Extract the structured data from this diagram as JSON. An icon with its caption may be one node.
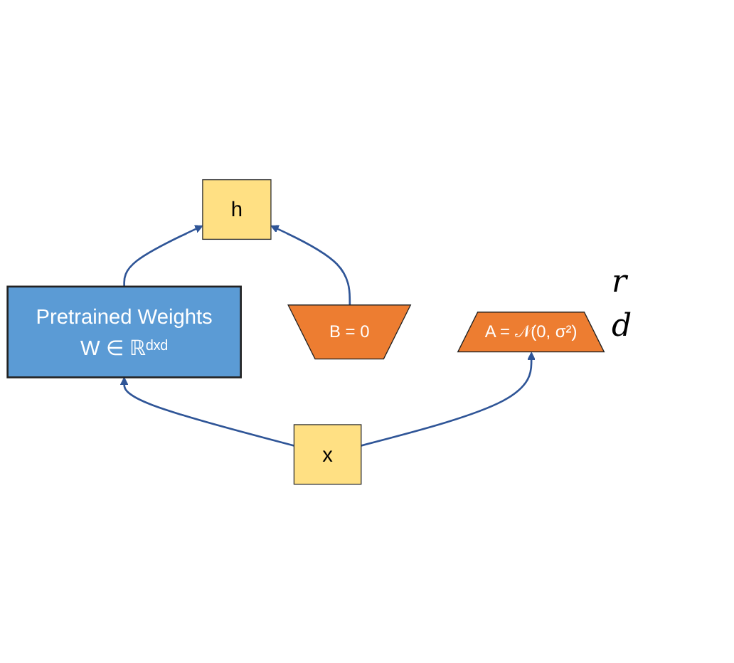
{
  "diagram": {
    "nodes": [
      {
        "text": [
          "h"
        ]
      },
      {
        "text": [
          "Pretrained Weights",
          "W ∈ ℝᵈˣᵈ"
        ]
      },
      {
        "text": [
          "B = 0"
        ]
      },
      {
        "text": [
          "A = 𝒩(0, σ²)"
        ]
      },
      {
        "text": [
          "x"
        ]
      }
    ],
    "edges": [
      {
        "from": 4,
        "to": 1,
        "arrow": "to"
      },
      {
        "from": 4,
        "to": 3,
        "arrow": "to"
      },
      {
        "from": 1,
        "to": 0,
        "arrow": "to"
      },
      {
        "from": 2,
        "to": 0,
        "arrow": "to"
      }
    ],
    "labels": [
      "r",
      "d"
    ]
  }
}
